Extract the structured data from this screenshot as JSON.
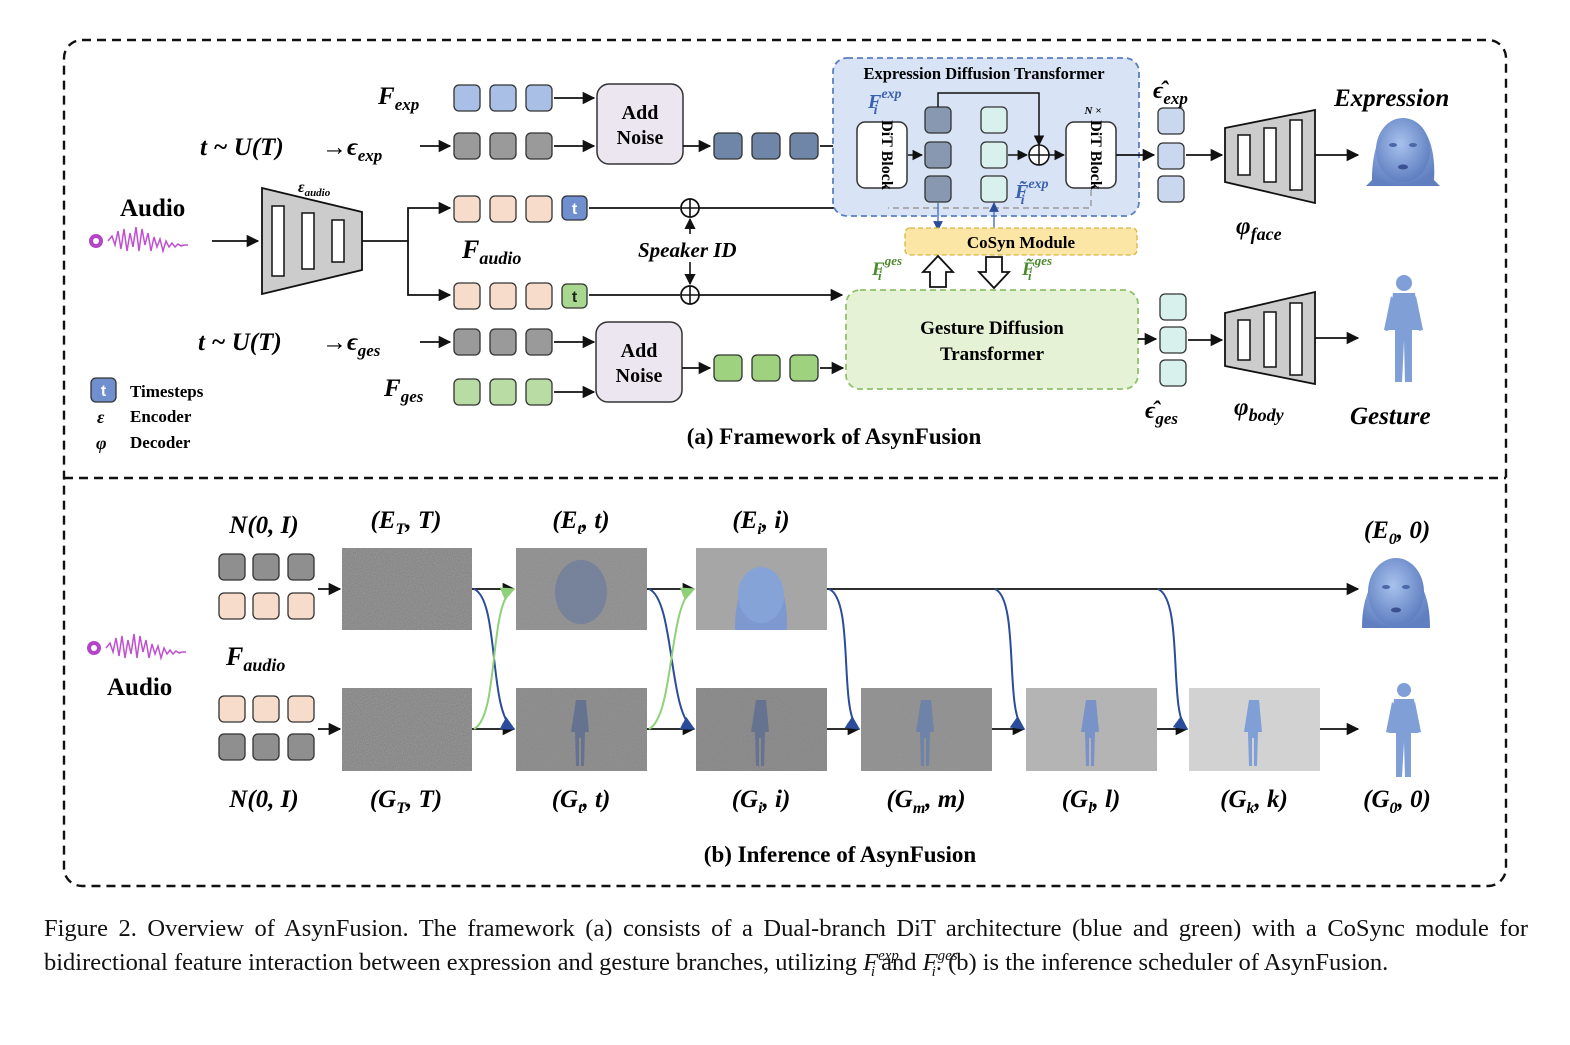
{
  "panel_a": {
    "title": "(a)  Framework of AsynFusion",
    "inputs": {
      "f_exp": "F",
      "f_exp_sub": "exp",
      "t_dist_top": "t ~ U(T)",
      "eps_exp": "→ϵ",
      "eps_exp_sub": "exp",
      "audio": "Audio",
      "eps_audio": "ε",
      "eps_audio_sub": "audio",
      "f_audio": "F",
      "f_audio_sub": "audio",
      "speaker_id": "Speaker ID",
      "t_dist_bottom": "t ~ U(T)",
      "eps_ges": "→ϵ",
      "eps_ges_sub": "ges",
      "f_ges": "F",
      "f_ges_sub": "ges"
    },
    "timestep_token": "t",
    "add_noise": [
      "Add",
      "Noise"
    ],
    "expression_transformer": {
      "title": "Expression Diffusion Transformer",
      "dit_block": "DiT Block",
      "n_times": "N ×",
      "f_exp_label": "F",
      "f_exp_sup": "exp",
      "f_exp_sub": "i",
      "f_tilde_exp_label": "F̃",
      "f_tilde_exp_sup": "exp",
      "f_tilde_exp_sub": "i"
    },
    "cosyn_module": "CoSyn Module",
    "f_ges_label": "F",
    "f_ges_sup": "ges",
    "f_ges_sub": "i",
    "f_tilde_ges_label": "F̃",
    "f_tilde_ges_sup": "ges",
    "f_tilde_ges_sub": "i",
    "gesture_transformer": [
      "Gesture Diffusion",
      "Transformer"
    ],
    "eps_hat_exp": "ϵ̂",
    "eps_hat_exp_sub": "exp",
    "eps_hat_ges": "ϵ̂",
    "eps_hat_ges_sub": "ges",
    "phi_face": "φ",
    "phi_face_sub": "face",
    "phi_body": "φ",
    "phi_body_sub": "body",
    "expression": "Expression",
    "gesture": "Gesture",
    "legend": [
      {
        "symbol": "t",
        "label": "Timesteps"
      },
      {
        "symbol": "ε",
        "label": "Encoder"
      },
      {
        "symbol": "φ",
        "label": "Decoder"
      }
    ]
  },
  "panel_b": {
    "title": "(b)  Inference of AsynFusion",
    "noise_top": "N(0, I)",
    "noise_bottom": "N(0, I)",
    "f_audio": "F",
    "f_audio_sub": "audio",
    "audio": "Audio",
    "top_labels": [
      "(E",
      "(E",
      "(E",
      "(E"
    ],
    "top_pairs": [
      {
        "sym": "E",
        "sub": "T",
        "rest": "T)"
      },
      {
        "sym": "E",
        "sub": "t",
        "rest": "t)"
      },
      {
        "sym": "E",
        "sub": "i",
        "rest": "i)"
      },
      {
        "sym": "E",
        "sub": "0",
        "rest": "0)"
      }
    ],
    "bottom_pairs": [
      {
        "sym": "G",
        "sub": "T",
        "rest": "T)"
      },
      {
        "sym": "G",
        "sub": "t",
        "rest": "t)"
      },
      {
        "sym": "G",
        "sub": "i",
        "rest": "i)"
      },
      {
        "sym": "G",
        "sub": "m",
        "rest": "m)"
      },
      {
        "sym": "G",
        "sub": "l",
        "rest": "l)"
      },
      {
        "sym": "G",
        "sub": "k",
        "rest": "k)"
      },
      {
        "sym": "G",
        "sub": "0",
        "rest": "0)"
      }
    ]
  },
  "caption": {
    "part1": "Figure 2. Overview of AsynFusion. The framework (a) consists of a Dual-branch DiT architecture (blue and green) with a CoSync module for bidirectional feature interaction between expression and gesture branches, utilizing ",
    "f": "F",
    "exp": "exp",
    "i": "i",
    "and": " and ",
    "ges": "ges",
    "part2": ". (b) is the inference scheduler of AsynFusion."
  },
  "colors": {
    "blue_token": "#a9bfe6",
    "gray_token": "#9a9a9a",
    "peach_token": "#f8dccb",
    "green_token": "#b8dca4",
    "teal_token": "#d8f1ec",
    "dark_blue_token": "#6f86a8",
    "mid_green_token": "#9fd27f",
    "add_noise_fill": "#ece6f1",
    "exp_box_fill": "#d8e4f5",
    "exp_box_stroke": "#5a7fc0",
    "cosyn_fill": "#fbe6a6",
    "ges_box_fill": "#e5f2d6",
    "ges_box_stroke": "#8fc06a",
    "blue_text": "#3a60b0",
    "green_text": "#4b8a2a",
    "purple_audio": "#b346c8",
    "avatar_blue": "#7f9fd6"
  }
}
